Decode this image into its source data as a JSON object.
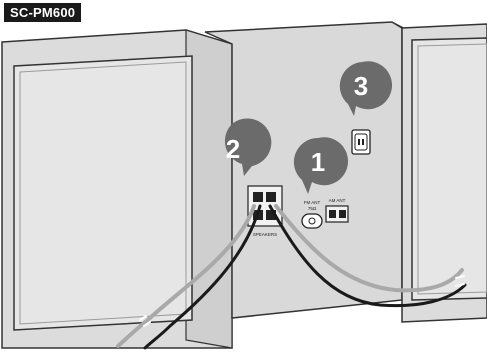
{
  "model_label": "SC-PM600",
  "steps": [
    {
      "number": "1",
      "description": "antenna connection"
    },
    {
      "number": "2",
      "description": "speaker cable connection"
    },
    {
      "number": "3",
      "description": "AC power cord connection"
    }
  ],
  "panel_labels": {
    "fm_ant_line1": "FM ANT",
    "fm_ant_line2": "75Ω",
    "speaker_terminals": "SPEAKERS",
    "am_ant": "AM ANT"
  },
  "colors": {
    "badge_bg": "#1a1a1a",
    "badge_fg": "#ffffff",
    "step_marker": "#6b6b6b",
    "unit_fill": "#d9d9d9",
    "cable_dark": "#1a1a1a",
    "cable_light": "#a9a9a9"
  }
}
